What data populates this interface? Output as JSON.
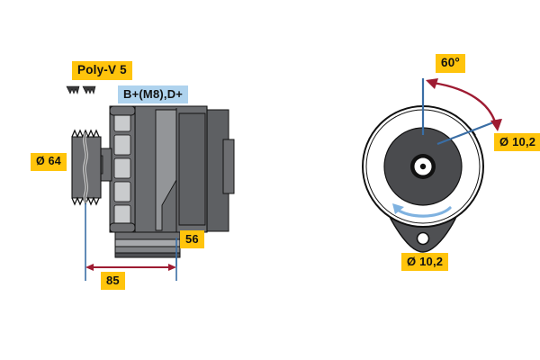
{
  "drawing": {
    "title": "Alternator technical dimension drawing",
    "background": "#ffffff",
    "views": [
      {
        "id": "side-view",
        "name": "Alternator side view with pulley"
      },
      {
        "id": "front-view",
        "name": "Alternator front view with mounting lugs"
      }
    ]
  },
  "labels": {
    "poly_v": "Poly-V 5",
    "terminal": "B+(M8),D+",
    "pulley_diameter": "Ø 64",
    "depth_56": "56",
    "length_85": "85",
    "angle_60": "60°",
    "bolt_hole_right": "Ø 10,2",
    "bolt_hole_bottom": "Ø 10,2"
  },
  "colors": {
    "tag_yellow": "#FFC40C",
    "tag_blue": "#AFD3EE",
    "dimension_red": "#9E1B32",
    "extension_blue": "#3A6EA5",
    "rotation_blue": "#7FB2E0",
    "body_dark": "#58595B",
    "body_mid": "#6D6E71",
    "body_light": "#939598",
    "outline": "#111111"
  },
  "chart_data": {
    "type": "table",
    "title": "Alternator dimensions",
    "categories": [
      "Pulley type",
      "Terminal",
      "Pulley diameter",
      "Depth",
      "Length",
      "Mounting angle",
      "Bolt hole (right)",
      "Bolt hole (bottom)"
    ],
    "values": [
      "Poly-V 5",
      "B+(M8),D+",
      "Ø 64",
      "56",
      "85",
      "60°",
      "Ø 10,2",
      "Ø 10,2"
    ]
  }
}
